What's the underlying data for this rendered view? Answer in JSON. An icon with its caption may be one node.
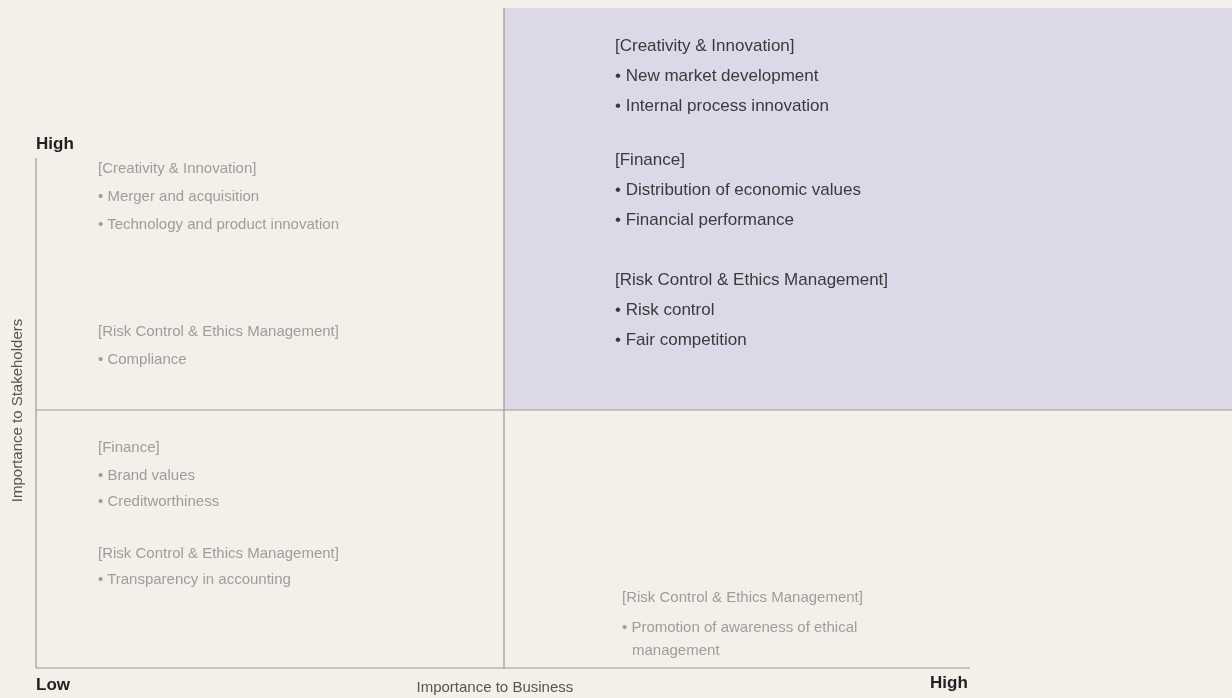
{
  "diagram": {
    "nodes": [
      {
        "text": [
          "[Creativity & Innovation]",
          "• Merger and acquisition",
          "• Technology and product innovation",
          "[Risk Control & Ethics Management]",
          "• Compliance"
        ]
      },
      {
        "text": [
          "[Creativity & Innovation]",
          "• New market development",
          "• Internal process innovation",
          "[Finance]",
          "• Distribution of economic values",
          "• Financial performance",
          "[Risk Control & Ethics Management]",
          "• Risk control",
          "• Fair competition"
        ]
      },
      {
        "text": [
          "[Finance]",
          "• Brand values",
          "• Creditworthiness",
          "[Risk Control & Ethics Management]",
          "• Transparency in accounting"
        ]
      },
      {
        "text": [
          "[Risk Control & Ethics Management]",
          "• Promotion of awareness of ethical management"
        ]
      }
    ],
    "edges": [],
    "labels": [
      "High",
      "Importance to Stakeholders",
      "Low",
      "Importance to Business",
      "High"
    ]
  }
}
